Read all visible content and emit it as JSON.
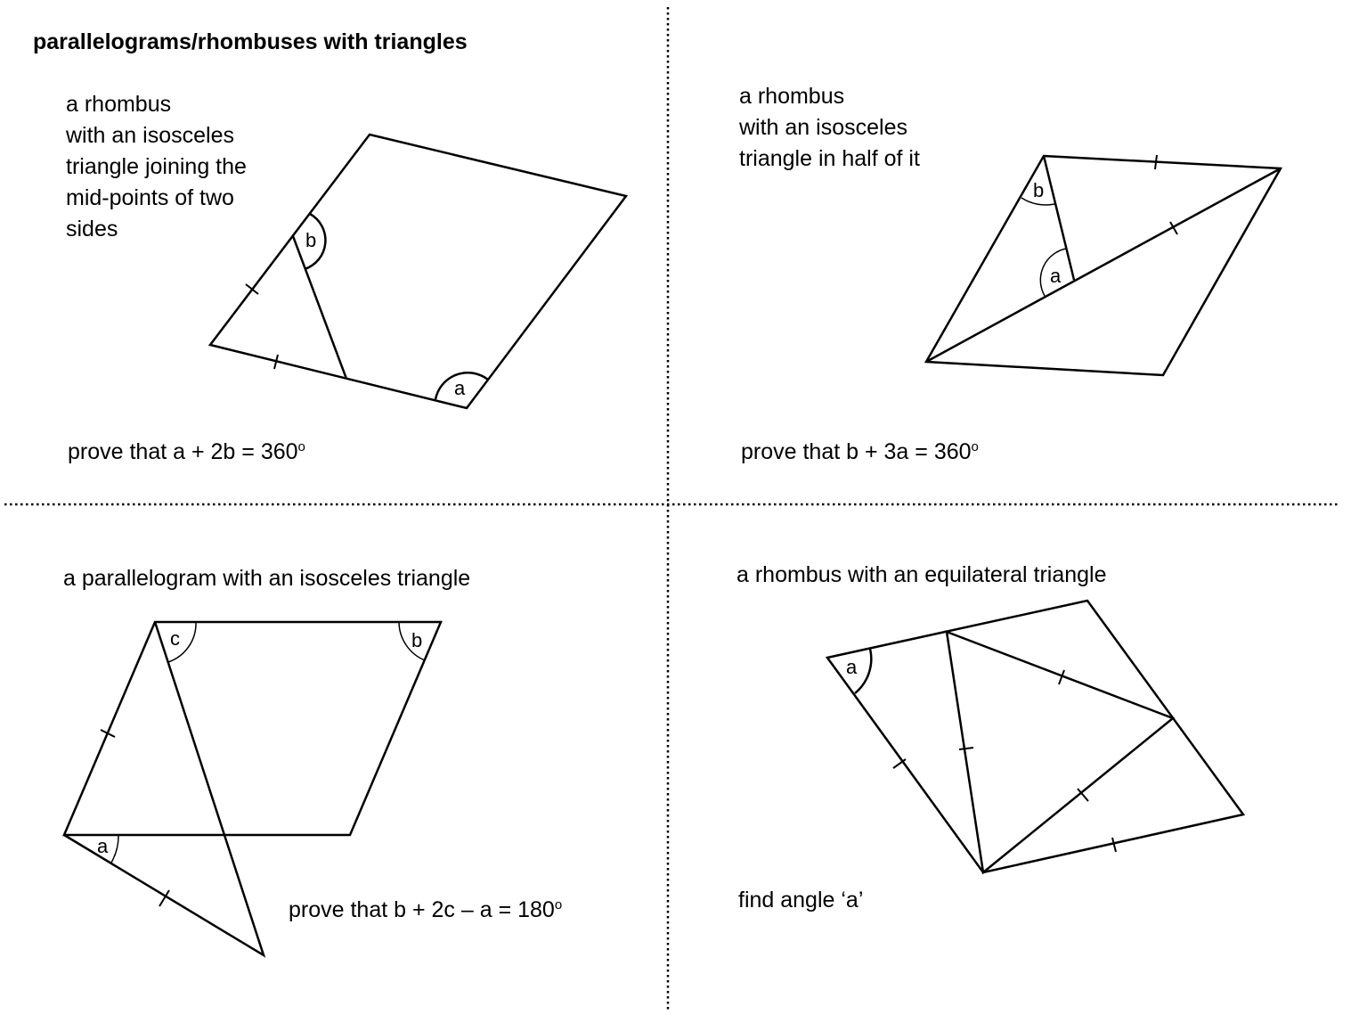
{
  "title": "parallelograms/rhombuses with triangles",
  "panels": [
    {
      "description_lines": [
        "a rhombus",
        "with an isosceles",
        "triangle joining the",
        "mid-points of two",
        "sides"
      ],
      "task": "prove that a + 2b = 360",
      "task_sup": "o",
      "angle_labels": [
        "a",
        "b"
      ]
    },
    {
      "description_lines": [
        "a rhombus",
        "with an isosceles",
        "triangle in half of it"
      ],
      "task": "prove that b + 3a = 360",
      "task_sup": "o",
      "angle_labels": [
        "a",
        "b"
      ]
    },
    {
      "description_lines": [
        "a parallelogram with an isosceles triangle"
      ],
      "task": "prove that b + 2c – a = 180",
      "task_sup": "o",
      "angle_labels": [
        "a",
        "b",
        "c"
      ]
    },
    {
      "description_lines": [
        "a rhombus with an equilateral triangle"
      ],
      "task": "find angle ‘a’",
      "task_sup": "",
      "angle_labels": [
        "a"
      ]
    }
  ]
}
